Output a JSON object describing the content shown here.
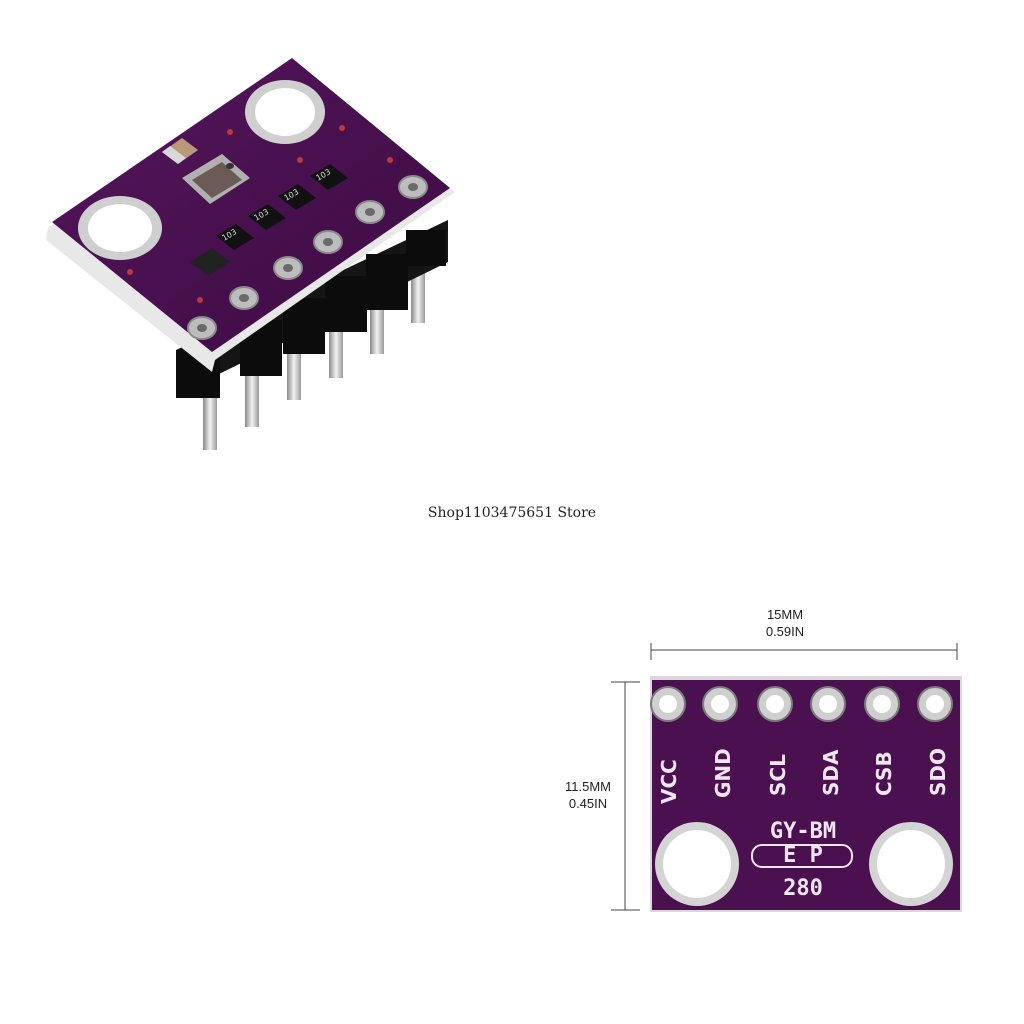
{
  "store_name": "Shop1103475651 Store",
  "dimensions": {
    "width_mm": "15MM",
    "width_in": "0.59IN",
    "height_mm": "11.5MM",
    "height_in": "0.45IN"
  },
  "board": {
    "pin_labels": [
      "VCC",
      "GND",
      "SCL",
      "SDA",
      "CSB",
      "SDO"
    ],
    "silkscreen_line1": "GY-BM",
    "silkscreen_line2": "E P",
    "silkscreen_line3": "280",
    "resistor_marking": "103"
  },
  "colors": {
    "pcb": "#4a1050",
    "pcb_dark": "#3a0a40",
    "silkscreen": "#f2e6f4",
    "header": "#111111",
    "pins": "#c9c9c9"
  }
}
